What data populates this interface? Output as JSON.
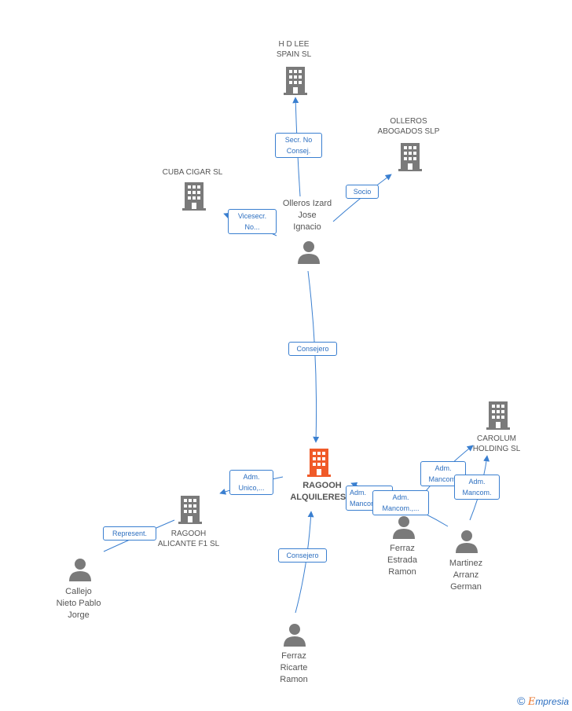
{
  "colors": {
    "edge": "#3a7fd0",
    "node": "#7a7a7a",
    "focus": "#f05a28"
  },
  "nodes": {
    "hd_lee": {
      "label": "H D LEE\nSPAIN SL",
      "kind": "company"
    },
    "olleros_abogados": {
      "label": "OLLEROS\nABOGADOS  SLP",
      "kind": "company"
    },
    "cuba_cigar": {
      "label": "CUBA CIGAR  SL",
      "kind": "company"
    },
    "olleros_izard": {
      "label": "Olleros Izard\nJose\nIgnacio",
      "kind": "person"
    },
    "ragooh_alquileres": {
      "label": "RAGOOH\nALQUILERES S",
      "kind": "focus"
    },
    "ragooh_alicante": {
      "label": "RAGOOH\nALICANTE F1 SL",
      "kind": "company"
    },
    "carolum": {
      "label": "CAROLUM\nHOLDING SL",
      "kind": "company"
    },
    "ferraz_estrada": {
      "label": "Ferraz\nEstrada\nRamon",
      "kind": "person"
    },
    "martinez_arranz": {
      "label": "Martinez\nArranz\nGerman",
      "kind": "person"
    },
    "callejo": {
      "label": "Callejo\nNieto Pablo\nJorge",
      "kind": "person"
    },
    "ferraz_ricarte": {
      "label": "Ferraz\nRicarte\nRamon",
      "kind": "person"
    }
  },
  "edges": {
    "secr_no_consej": "Secr.  No\nConsej.",
    "socio": "Socio",
    "vicesecr": "Vicesecr.\nNo...",
    "consejero_top": "Consejero",
    "adm_unico": "Adm.\nUnico,...",
    "represent": "Represent.",
    "consejero_bottom": "Consejero",
    "adm_mancom_1": "Adm.\nMancom...",
    "adm_mancom_2": "Adm.\nMancom.",
    "adm_mancom_3": "Adm.\nMancom.",
    "adm_mancom_4": "Adm.\nMancom.,..."
  },
  "footer": {
    "copyright": "©",
    "brand_first": "E",
    "brand_rest": "mpresia"
  }
}
